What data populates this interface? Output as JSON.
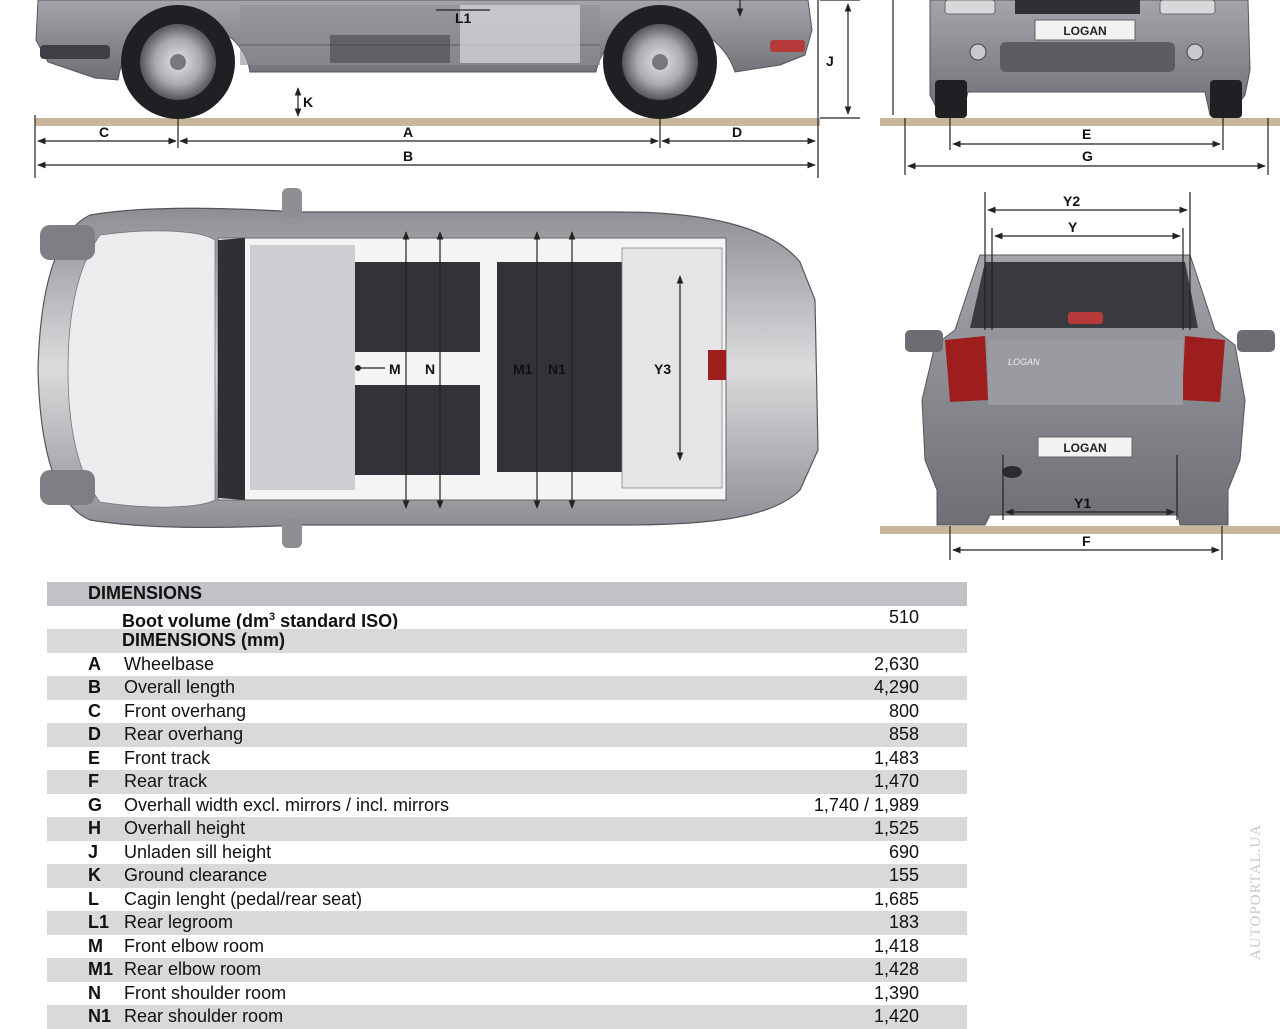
{
  "colors": {
    "body": "#8f9096",
    "body_light": "#c9cacd",
    "roof": "#e8e8ea",
    "ground": "#c9b79b",
    "glass": "#2b2c30",
    "lamp": "#9e1d1d"
  },
  "badges": {
    "front": "LOGAN",
    "rear_trunk": "LOGAN",
    "rear_plate": "LOGAN"
  },
  "side_view": {
    "labels": [
      "C",
      "A",
      "D",
      "B",
      "J",
      "K",
      "L1"
    ]
  },
  "front_view": {
    "labels": [
      "E",
      "G"
    ]
  },
  "top_view": {
    "labels": [
      "M",
      "N",
      "M1",
      "N1",
      "Y3"
    ]
  },
  "rear_view": {
    "labels": [
      "Y2",
      "Y",
      "Y1",
      "F"
    ]
  },
  "table": {
    "title": "DIMENSIONS",
    "boot": {
      "label_main": "Boot volume (dm",
      "label_sup": "3",
      "label_end": " standard ISO)",
      "value": "510"
    },
    "subtitle": "DIMENSIONS (mm)",
    "rows": [
      {
        "code": "A",
        "label": "Wheelbase",
        "value": "2,630"
      },
      {
        "code": "B",
        "label": "Overall length",
        "value": "4,290"
      },
      {
        "code": "C",
        "label": "Front overhang",
        "value": "800"
      },
      {
        "code": "D",
        "label": "Rear overhang",
        "value": "858"
      },
      {
        "code": "E",
        "label": "Front track",
        "value": "1,483"
      },
      {
        "code": "F",
        "label": "Rear track",
        "value": "1,470"
      },
      {
        "code": "G",
        "label": "Overhall width excl. mirrors / incl. mirrors",
        "value": "1,740 / 1,989"
      },
      {
        "code": "H",
        "label": "Overhall height",
        "value": "1,525"
      },
      {
        "code": "J",
        "label": "Unladen sill height",
        "value": "690"
      },
      {
        "code": "K",
        "label": "Ground clearance",
        "value": "155"
      },
      {
        "code": "L",
        "label": "Cagin lenght (pedal/rear seat)",
        "value": "1,685"
      },
      {
        "code": "L1",
        "label": "Rear legroom",
        "value": "183"
      },
      {
        "code": "M",
        "label": "Front elbow room",
        "value": "1,418"
      },
      {
        "code": "M1",
        "label": "Rear elbow room",
        "value": "1,428"
      },
      {
        "code": "N",
        "label": "Front shoulder room",
        "value": "1,390"
      },
      {
        "code": "N1",
        "label": "Rear shoulder room",
        "value": "1,420"
      }
    ]
  },
  "watermark": "AUTOPORTAL.UA"
}
